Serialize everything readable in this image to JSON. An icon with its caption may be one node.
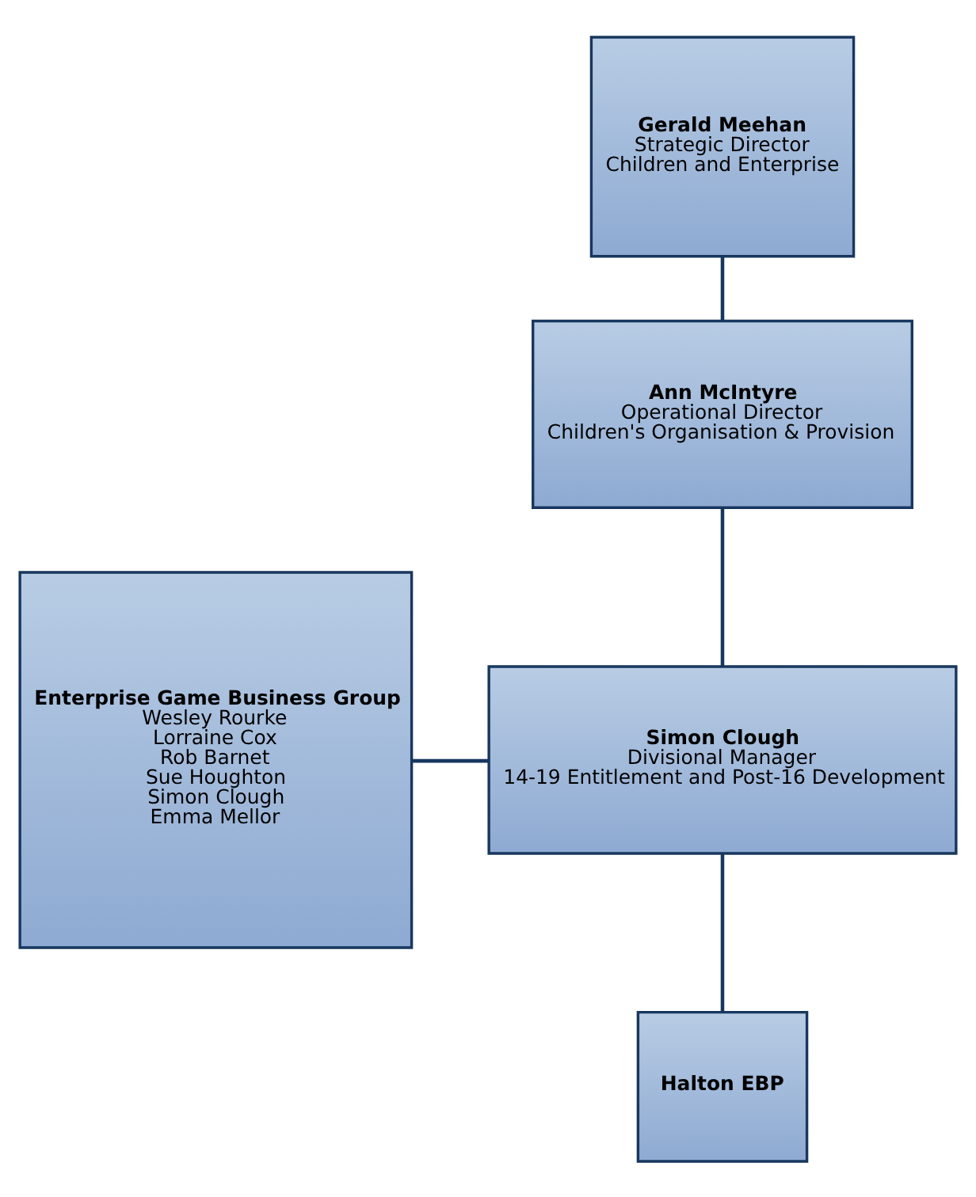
{
  "diagram": {
    "nodes": [
      {
        "text": [
          "Gerald Meehan",
          "Strategic Director",
          "Children and Enterprise"
        ]
      },
      {
        "text": [
          "Ann McIntyre",
          "Operational Director",
          "Children's Organisation & Provision"
        ]
      },
      {
        "text": [
          "Enterprise Game Business Group",
          "Wesley Rourke",
          "Lorraine Cox",
          "Rob Barnet",
          "Sue Houghton",
          "Simon Clough",
          "Emma Mellor"
        ]
      },
      {
        "text": [
          "Simon Clough",
          "Divisional Manager",
          "14-19 Entitlement and Post-16 Development"
        ]
      },
      {
        "text": [
          "Halton EBP"
        ]
      }
    ],
    "edges": [
      {
        "from": 0,
        "to": 1,
        "arrow": "none"
      },
      {
        "from": 1,
        "to": 3,
        "arrow": "none"
      },
      {
        "from": 2,
        "to": 3,
        "arrow": "none"
      },
      {
        "from": 3,
        "to": 4,
        "arrow": "none"
      }
    ]
  }
}
